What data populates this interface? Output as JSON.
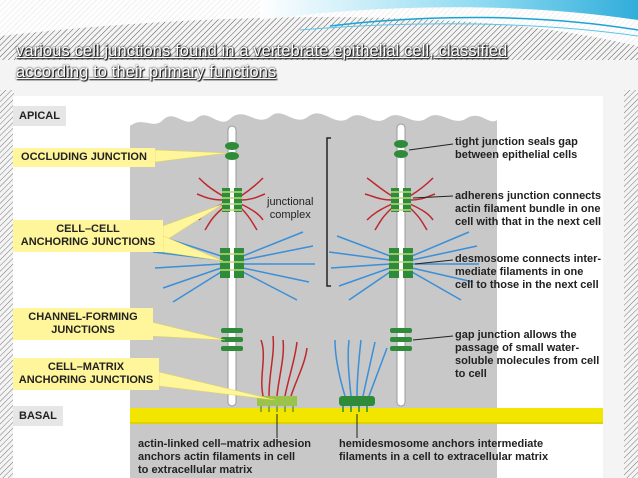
{
  "slide": {
    "subtitle_line1": "various cell junctions found in a vertebrate epithelial cell, classified",
    "subtitle_line2": "according to their primary functions"
  },
  "figure": {
    "apical_label": "APICAL",
    "basal_label": "BASAL",
    "left_labels": {
      "occluding": "OCCLUDING JUNCTION",
      "cell_cell_1": "CELL–CELL",
      "cell_cell_2": "ANCHORING JUNCTIONS",
      "channel_1": "CHANNEL-FORMING",
      "channel_2": "JUNCTIONS",
      "matrix_1": "CELL–MATRIX",
      "matrix_2": "ANCHORING JUNCTIONS"
    },
    "junctional_complex_1": "junctional",
    "junctional_complex_2": "complex",
    "right_notes": {
      "tight_1": "tight junction seals gap",
      "tight_2": "between epithelial cells",
      "adherens_1": "adherens junction connects",
      "adherens_2": "actin filament bundle in one",
      "adherens_3": "cell with that in the next cell",
      "desmosome_1": "desmosome connects inter-",
      "desmosome_2": "mediate filaments in one",
      "desmosome_3": "cell to those in the next cell",
      "gap_1": "gap junction allows the",
      "gap_2": "passage of small water-",
      "gap_3": "soluble molecules from cell",
      "gap_4": "to cell"
    },
    "bottom_notes": {
      "actin_1": "actin-linked cell–matrix adhesion",
      "actin_2": "anchors actin filaments in cell",
      "actin_3": "to extracellular matrix",
      "hemi_1": "hemidesmosome anchors intermediate",
      "hemi_2": "filaments in a cell to extracellular matrix"
    },
    "colors": {
      "cell": "#c8c8c8",
      "label_fill": "#fff59a",
      "junction": "#2e8b3a",
      "actin": "#c0272d",
      "intermediate": "#3a8fd8",
      "basal_lamina": "#f2e500"
    }
  }
}
